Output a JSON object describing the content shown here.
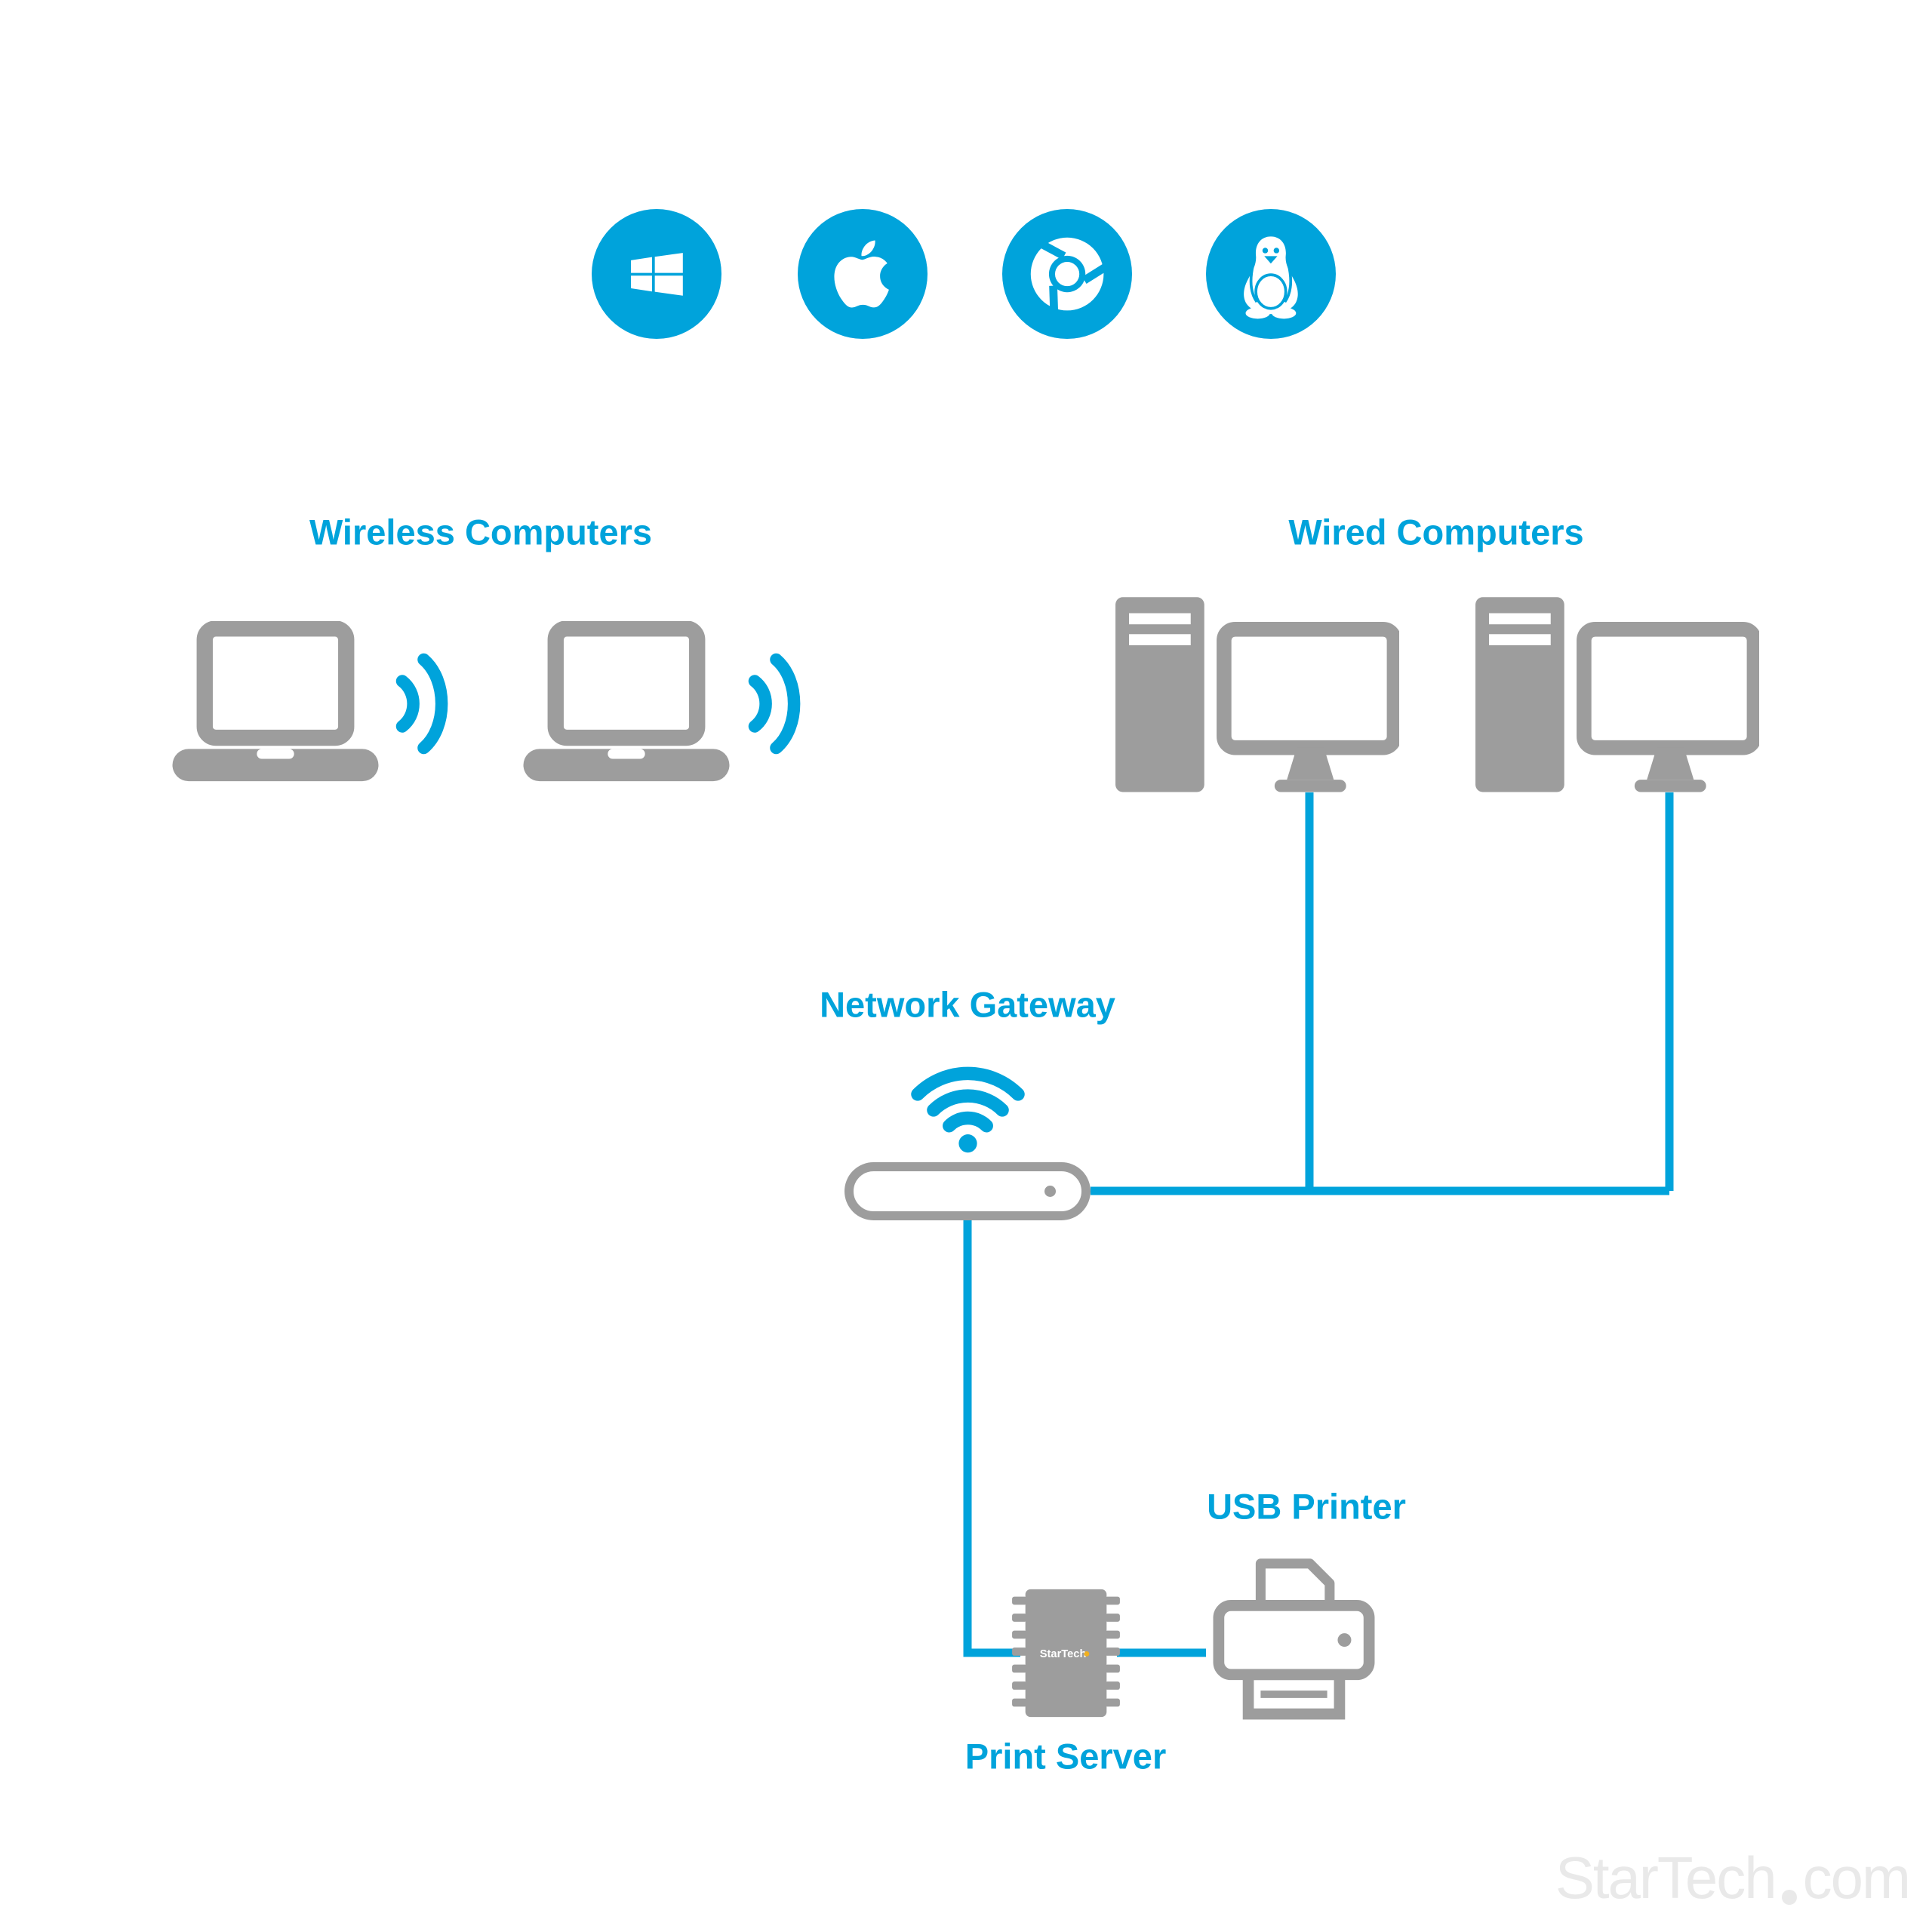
{
  "colors": {
    "blue": "#00A3DB",
    "gray": "#9D9D9D",
    "watermark": "#E9E9E9",
    "chip_text": "#FFFFFF",
    "accent_yellow": "#F2B01E",
    "bg": "#FFFFFF"
  },
  "platform_icons": [
    {
      "name": "windows-icon"
    },
    {
      "name": "apple-icon"
    },
    {
      "name": "chrome-icon"
    },
    {
      "name": "linux-icon"
    }
  ],
  "labels": {
    "wireless_computers": "Wireless Computers",
    "wired_computers": "Wired Computers",
    "network_gateway": "Network Gateway",
    "usb_printer": "USB Printer",
    "print_server": "Print Server"
  },
  "devices": {
    "print_server_brand": "StarTech"
  },
  "watermark": {
    "brand": "StarTech",
    "suffix": "com"
  }
}
